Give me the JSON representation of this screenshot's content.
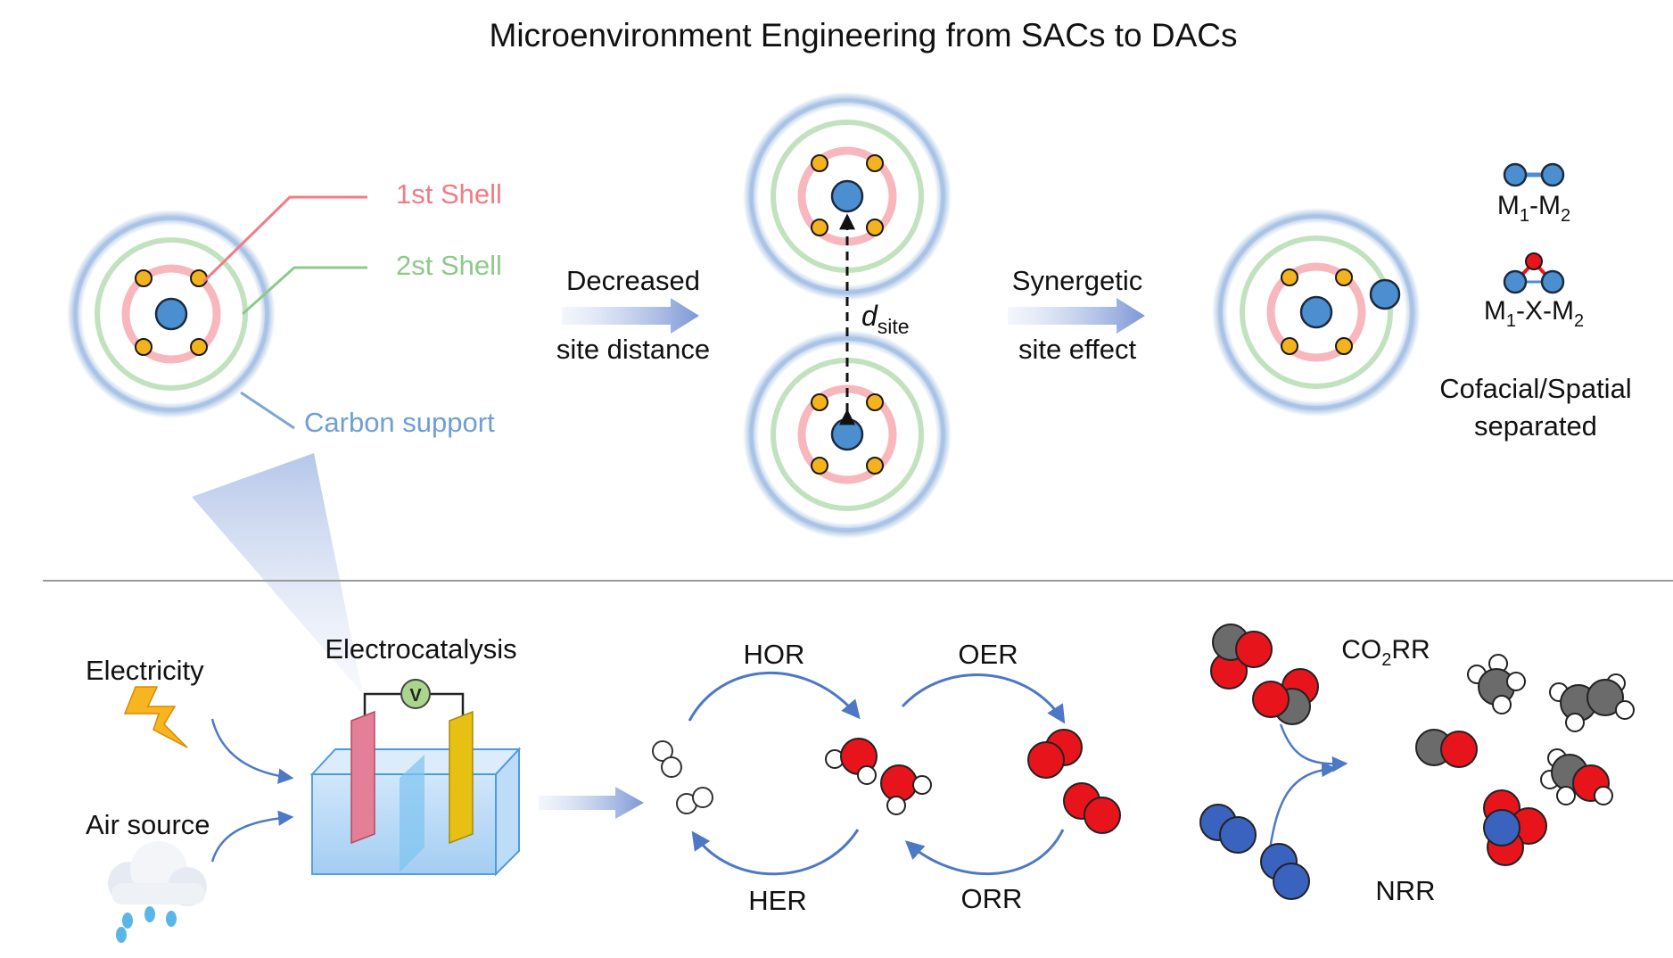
{
  "title": "Microenvironment Engineering from SACs to DACs",
  "sac": {
    "first_shell": "1st Shell",
    "second_shell": "2st Shell",
    "carbon_support": "Carbon support"
  },
  "arrows": {
    "decreased_line1": "Decreased",
    "decreased_line2": "site distance",
    "synergetic_line1": "Synergetic",
    "synergetic_line2": "site effect"
  },
  "dsite": {
    "symbol": "d",
    "subscript": "site"
  },
  "dac": {
    "m1m2": {
      "a": "M",
      "a_sub": "1",
      "sep": "-M",
      "b_sub": "2"
    },
    "m1xm2": {
      "a": "M",
      "a_sub": "1",
      "sep": "-X-M",
      "b_sub": "2"
    },
    "caption_line1": "Cofacial/Spatial",
    "caption_line2": "separated"
  },
  "electro": {
    "electricity": "Electricity",
    "air_source": "Air source",
    "electrocatalysis": "Electrocatalysis",
    "voltmeter": "V"
  },
  "reactions": {
    "hor": "HOR",
    "her": "HER",
    "oer": "OER",
    "orr": "ORR",
    "co2rr_a": "CO",
    "co2rr_sub": "2",
    "co2rr_b": "RR",
    "nrr": "NRR"
  },
  "colors": {
    "first_shell": "#f07c86",
    "second_shell": "#8fc98a",
    "carbon": "#7fa6d6",
    "metal": "#4b8fd0",
    "ligand": "#f4b31c",
    "arrow_blue": "#4d78c6",
    "oxygen": "#e8141c",
    "carbon_atom": "#6b6b6b",
    "nitrogen": "#3a62bf",
    "hydrogen": "#ffffff"
  }
}
